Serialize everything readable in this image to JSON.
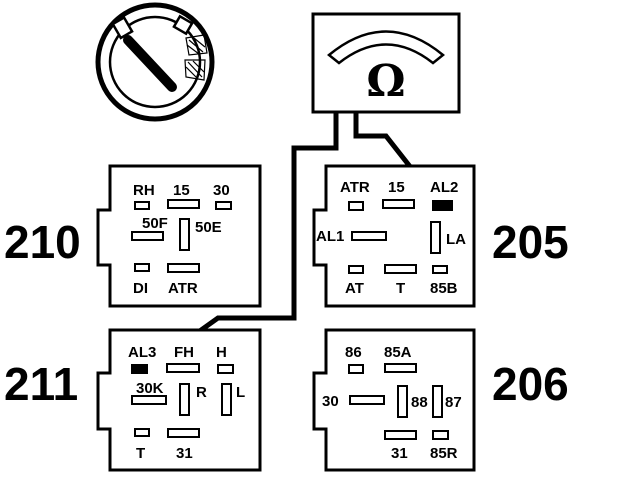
{
  "ohmmeter": {
    "symbol": "Ω"
  },
  "ignition_switch": {
    "icon": "ignition-switch-icon"
  },
  "relays": {
    "r210": {
      "number": "210",
      "pins": {
        "rh": "RH",
        "p15": "15",
        "p30": "30",
        "p50f": "50F",
        "p50e": "50E",
        "di": "DI",
        "atr": "ATR"
      }
    },
    "r205": {
      "number": "205",
      "pins": {
        "atr": "ATR",
        "p15": "15",
        "al2": "AL2",
        "al1": "AL1",
        "la": "LA",
        "at": "AT",
        "t": "T",
        "p85b": "85B"
      }
    },
    "r211": {
      "number": "211",
      "pins": {
        "al3": "AL3",
        "fh": "FH",
        "h": "H",
        "p30k": "30K",
        "r": "R",
        "l": "L",
        "t": "T",
        "p31": "31"
      }
    },
    "r206": {
      "number": "206",
      "pins": {
        "p86": "86",
        "p85a": "85A",
        "p30": "30",
        "p88": "88",
        "p87": "87",
        "p31": "31",
        "p85r": "85R"
      }
    }
  }
}
